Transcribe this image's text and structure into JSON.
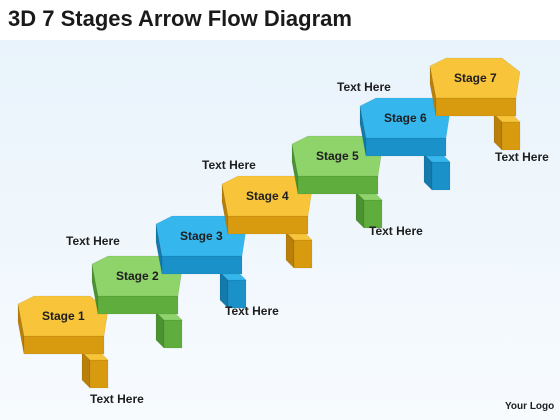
{
  "title": "3D 7 Stages Arrow Flow Diagram",
  "stages": [
    {
      "label": "Stage 1",
      "color": "yellow"
    },
    {
      "label": "Stage 2",
      "color": "green"
    },
    {
      "label": "Stage 3",
      "color": "blue"
    },
    {
      "label": "Stage 4",
      "color": "yellow"
    },
    {
      "label": "Stage 5",
      "color": "green"
    },
    {
      "label": "Stage 6",
      "color": "blue"
    },
    {
      "label": "Stage 7",
      "color": "yellow"
    }
  ],
  "captions": [
    "Text Here",
    "Text Here",
    "Text Here",
    "Text Here",
    "Text Here",
    "Text Here",
    "Text Here"
  ],
  "logo": "Your Logo",
  "palette": {
    "yellow": {
      "top": "#f8c53a",
      "front": "#d89b10",
      "side": "#b97f08"
    },
    "green": {
      "top": "#8fd36b",
      "front": "#5fae3d",
      "side": "#4a9330"
    },
    "blue": {
      "top": "#35b7ee",
      "front": "#1a92c9",
      "side": "#137aab"
    }
  }
}
